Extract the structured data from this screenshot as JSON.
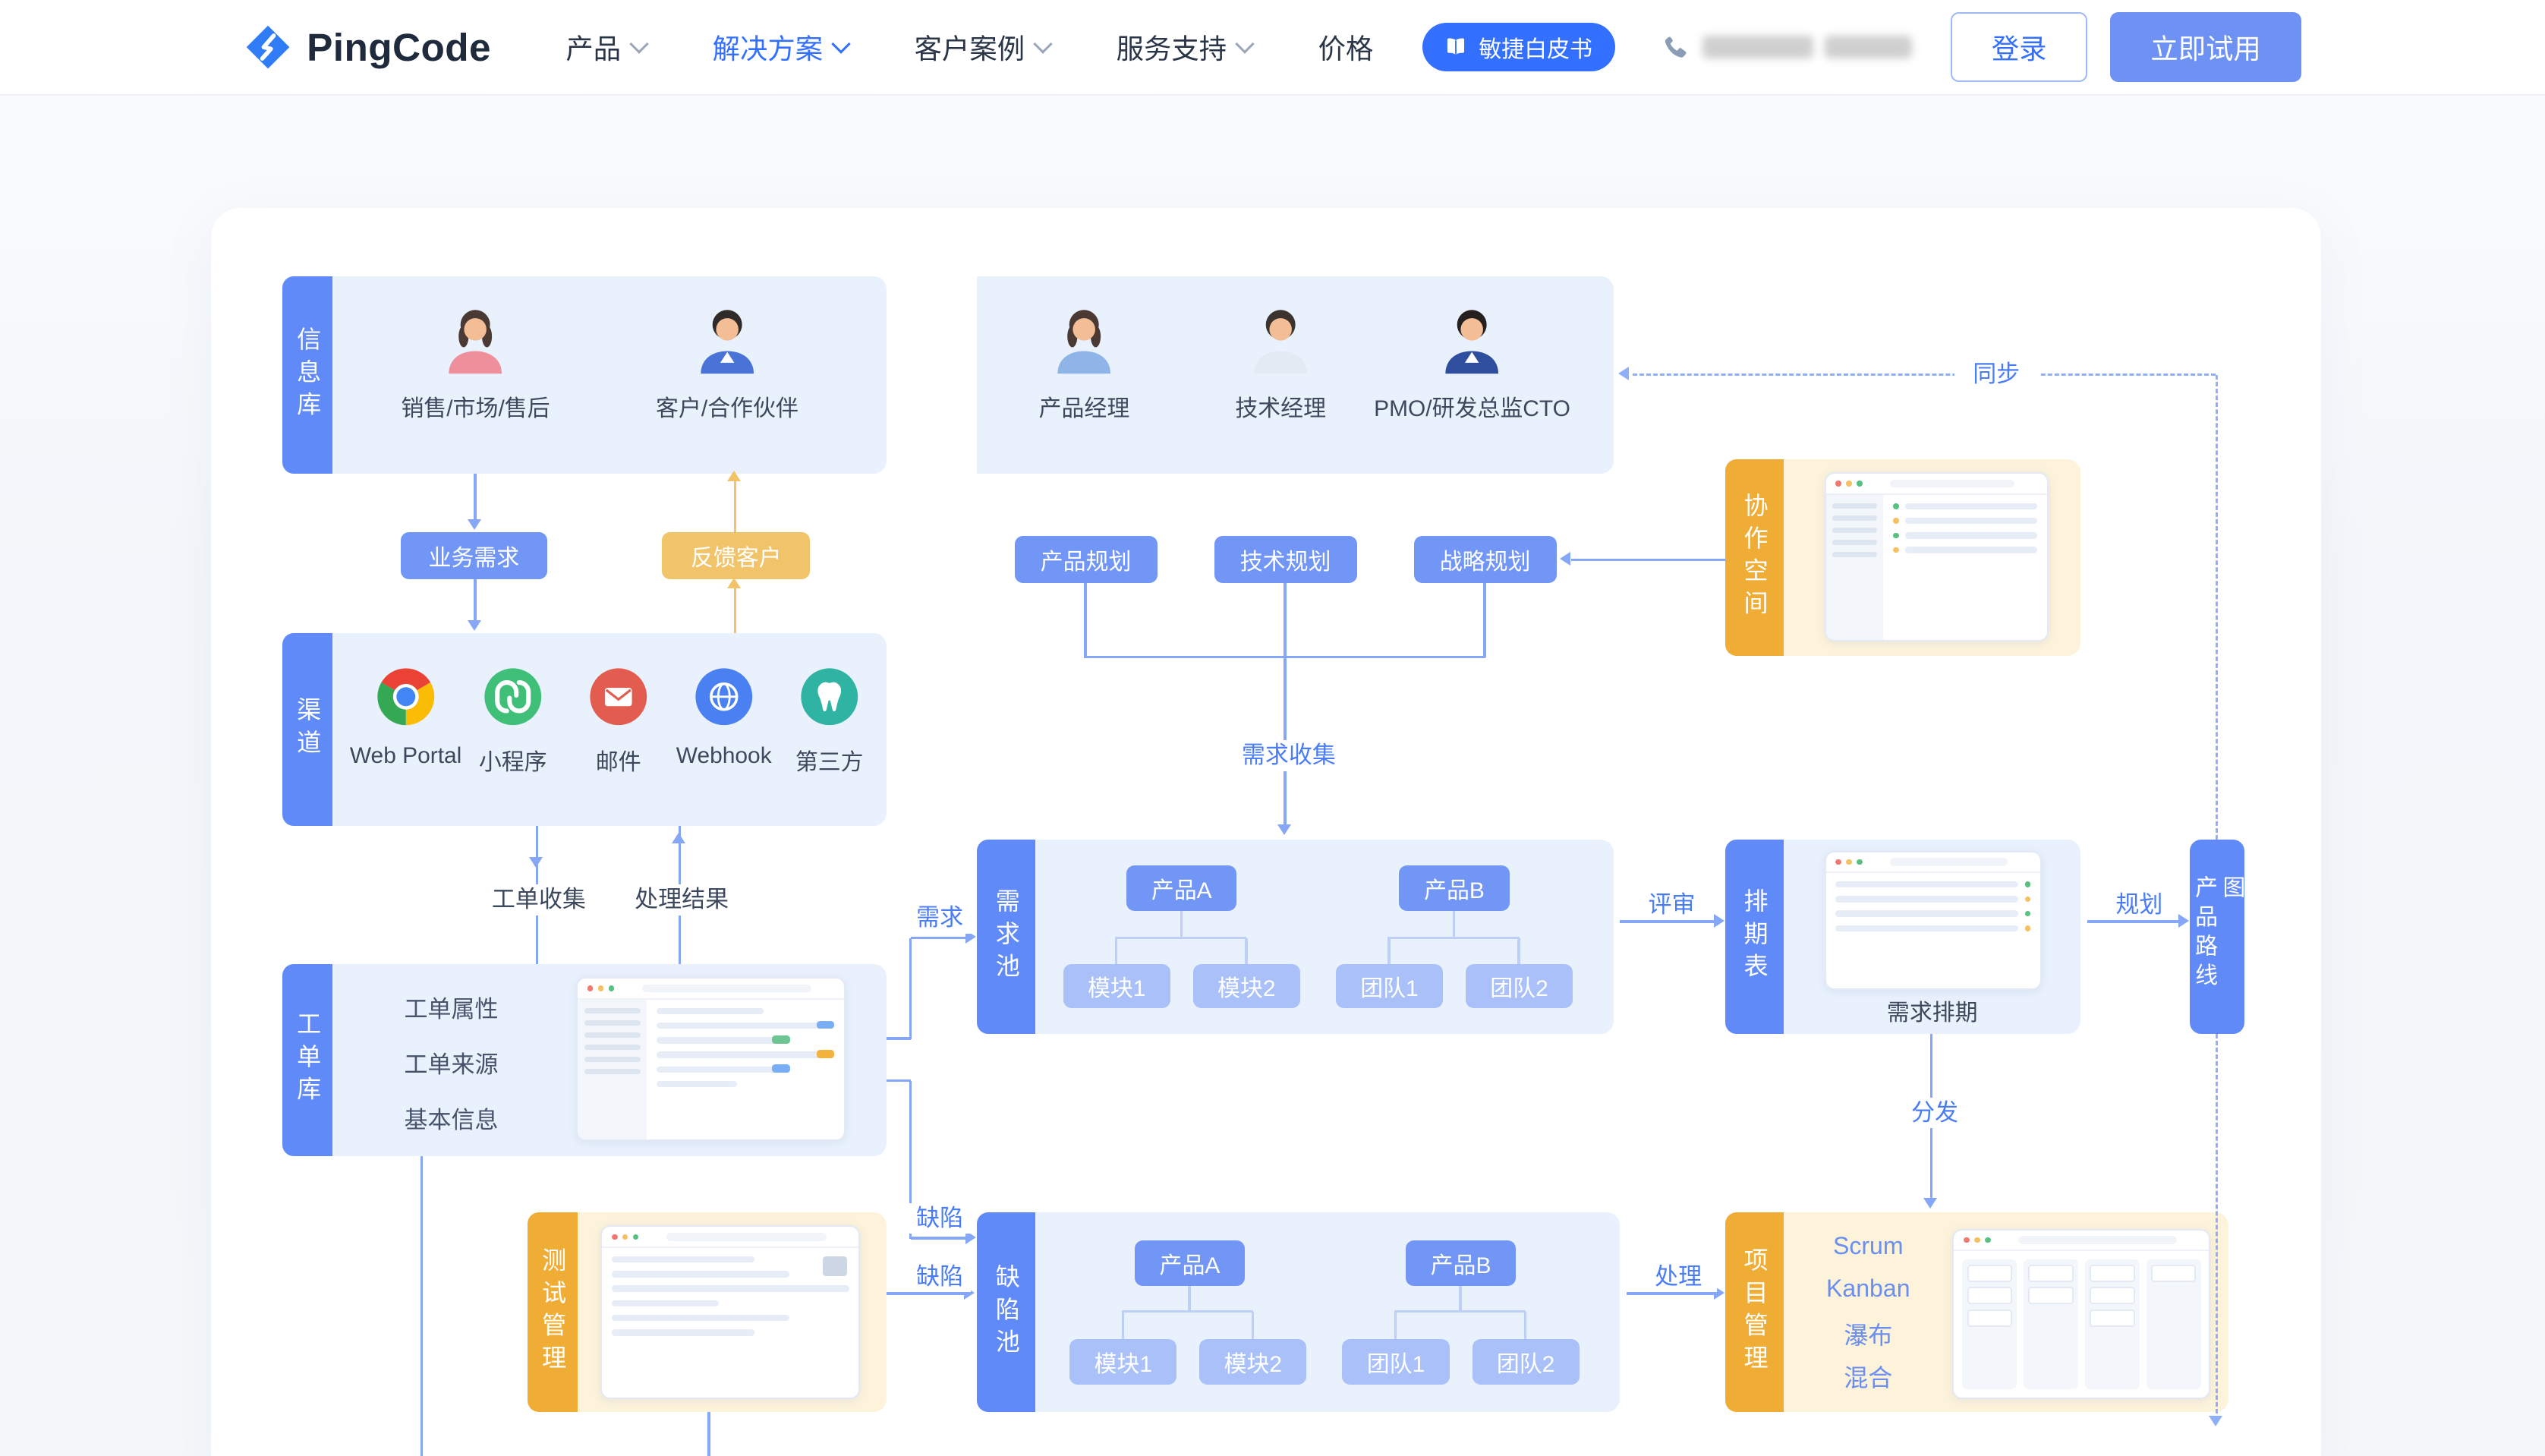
{
  "colors": {
    "brand_blue": "#3370ff",
    "button_blue": "#7296f6",
    "child_blue": "#a9c1f8",
    "tab_blue": "#5f8af7",
    "tab_yellow": "#f0ad35",
    "accent_yellow": "#f2c46a",
    "light_blue_bg": "#e9f1fd",
    "light_yellow_bg": "#fdf3db"
  },
  "header": {
    "logo_text": "PingCode",
    "nav": [
      {
        "label": "产品"
      },
      {
        "label": "解决方案"
      },
      {
        "label": "客户案例"
      },
      {
        "label": "服务支持"
      },
      {
        "label": "价格"
      }
    ],
    "whitepaper_badge": "敏捷白皮书",
    "login_button": "登录",
    "trial_button": "立即试用"
  },
  "diagram": {
    "tabs": {
      "info_repo": "信息库",
      "channel": "渠道",
      "ticket_repo": "工单库",
      "test_mgmt": "测试管理",
      "demand_pool": "需求池",
      "defect_pool": "缺陷池",
      "collab_space": "协作空间",
      "schedule": "排期表",
      "roadmap": "产品路线图",
      "project_mgmt": "项目管理"
    },
    "personas": {
      "sales": "销售/市场/售后",
      "customer": "客户/合作伙伴",
      "product_manager": "产品经理",
      "tech_manager": "技术经理",
      "pmo": "PMO/研发总监CTO"
    },
    "buttons": {
      "biz_demand": "业务需求",
      "feedback": "反馈客户",
      "product_plan": "产品规划",
      "tech_plan": "技术规划",
      "strategy_plan": "战略规划"
    },
    "channels": [
      "Web Portal",
      "小程序",
      "邮件",
      "Webhook",
      "第三方"
    ],
    "ticket_items": [
      "工单属性",
      "工单来源",
      "基本信息"
    ],
    "flow_labels": {
      "ticket_collect": "工单收集",
      "handle_result": "处理结果",
      "demand_collect": "需求收集",
      "demand": "需求",
      "defect1": "缺陷",
      "defect2": "缺陷",
      "sync": "同步",
      "review": "评审",
      "plan": "规划",
      "dispatch": "分发",
      "process": "处理"
    },
    "demand_pool": {
      "products": [
        {
          "name": "产品A",
          "children": [
            "模块1",
            "模块2"
          ]
        },
        {
          "name": "产品B",
          "children": [
            "团队1",
            "团队2"
          ]
        }
      ]
    },
    "defect_pool": {
      "products": [
        {
          "name": "产品A",
          "children": [
            "模块1",
            "模块2"
          ]
        },
        {
          "name": "产品B",
          "children": [
            "团队1",
            "团队2"
          ]
        }
      ]
    },
    "schedule_caption": "需求排期",
    "project_methods": [
      "Scrum",
      "Kanban",
      "瀑布",
      "混合"
    ]
  }
}
